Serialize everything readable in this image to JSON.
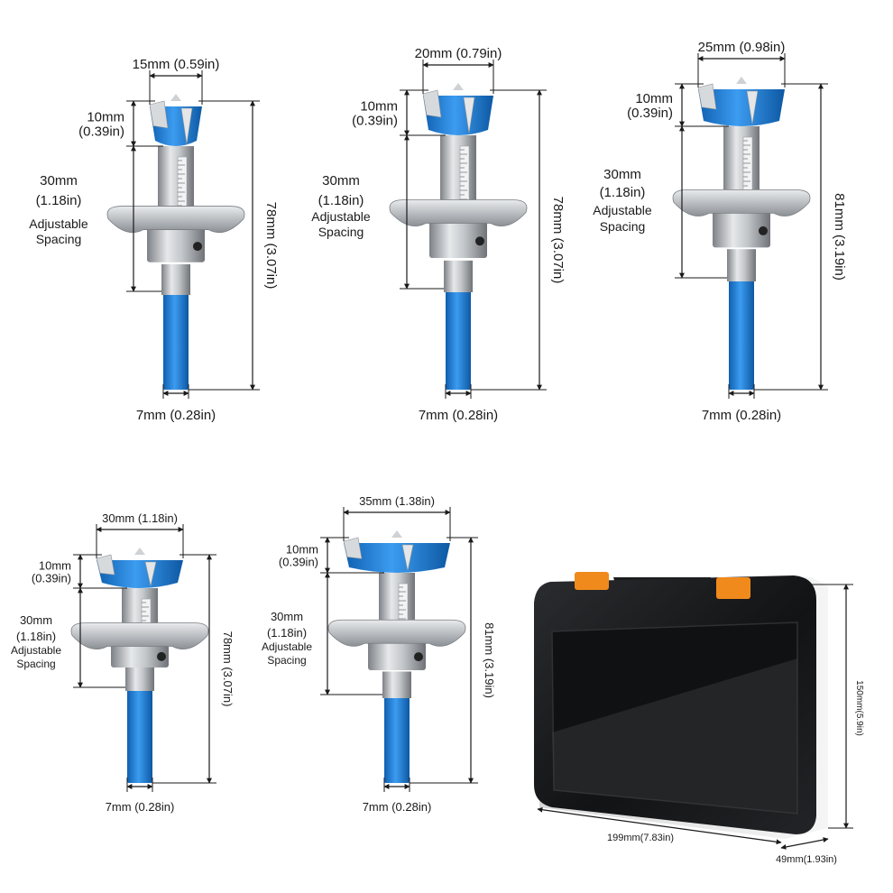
{
  "bits": [
    {
      "diameter": "15mm (0.59in)",
      "head_h_mm": "10mm",
      "head_h_in": "(0.39in)",
      "spacing_mm": "30mm",
      "spacing_in": "(1.18in)",
      "spacing_l1": "Adjustable",
      "spacing_l2": "Spacing",
      "total": "78mm (3.07in)",
      "shank": "7mm (0.28in)"
    },
    {
      "diameter": "20mm (0.79in)",
      "head_h_mm": "10mm",
      "head_h_in": "(0.39in)",
      "spacing_mm": "30mm",
      "spacing_in": "(1.18in)",
      "spacing_l1": "Adjustable",
      "spacing_l2": "Spacing",
      "total": "78mm (3.07in)",
      "shank": "7mm (0.28in)"
    },
    {
      "diameter": "25mm (0.98in)",
      "head_h_mm": "10mm",
      "head_h_in": "(0.39in)",
      "spacing_mm": "30mm",
      "spacing_in": "(1.18in)",
      "spacing_l1": "Adjustable",
      "spacing_l2": "Spacing",
      "total": "81mm (3.19in)",
      "shank": "7mm (0.28in)"
    },
    {
      "diameter": "30mm (1.18in)",
      "head_h_mm": "10mm",
      "head_h_in": "(0.39in)",
      "spacing_mm": "30mm",
      "spacing_in": "(1.18in)",
      "spacing_l1": "Adjustable",
      "spacing_l2": "Spacing",
      "total": "78mm (3.07in)",
      "shank": "7mm (0.28in)"
    },
    {
      "diameter": "35mm (1.38in)",
      "head_h_mm": "10mm",
      "head_h_in": "(0.39in)",
      "spacing_mm": "30mm",
      "spacing_in": "(1.18in)",
      "spacing_l1": "Adjustable",
      "spacing_l2": "Spacing",
      "total": "81mm (3.19in)",
      "shank": "7mm (0.28in)"
    }
  ],
  "case": {
    "height": "150mm(5.9in)",
    "width": "199mm(7.83in)",
    "depth": "49mm(1.93in)"
  },
  "colors": {
    "cutter_blue": "#1f7fd6",
    "steel": "#b8bcc0",
    "case_body": "#1b1c1e",
    "latch_orange": "#f08a1c"
  }
}
